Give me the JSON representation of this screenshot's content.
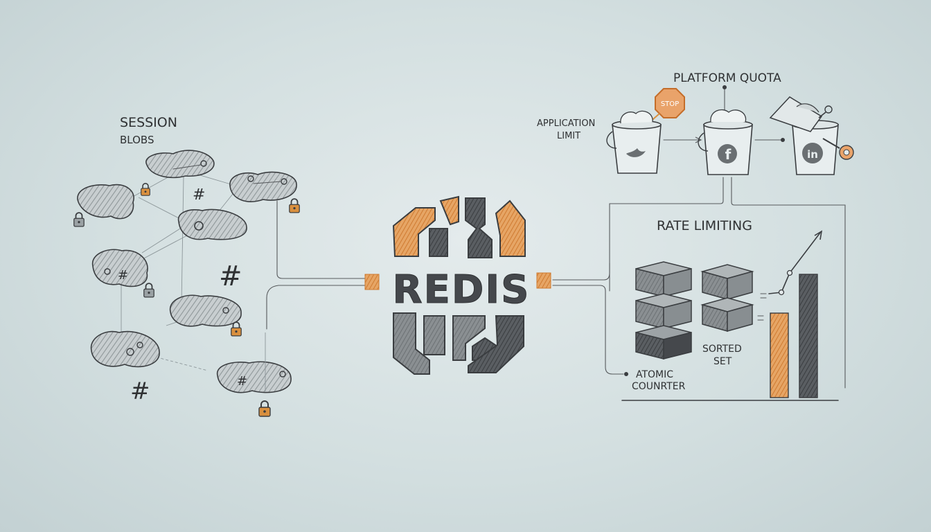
{
  "session": {
    "title": "SESSION",
    "subtitle": "BLOBS",
    "hash_symbol": "#"
  },
  "center": {
    "logo_text": "REDIS"
  },
  "quota": {
    "title": "PLATFORM QUOTA",
    "app_limit_line1": "APPLICATION",
    "app_limit_line2": "LIMIT",
    "stop_sign": "STOP",
    "buckets": [
      {
        "name": "twitter",
        "icon": "twitter-bird-icon"
      },
      {
        "name": "facebook",
        "icon": "facebook-icon",
        "glyph": "f"
      },
      {
        "name": "linkedin",
        "icon": "linkedin-icon",
        "glyph": "in"
      }
    ]
  },
  "rate": {
    "title": "RATE LIMITING",
    "atomic_line1": "ATOMIC",
    "atomic_line2": "COUNRTER",
    "sorted_line1": "SORTED",
    "sorted_line2": "SET"
  },
  "colors": {
    "accent": "#de8a3e",
    "ink": "#3a3d40",
    "gray_block": "#7b8083",
    "dark_block": "#45484c"
  }
}
